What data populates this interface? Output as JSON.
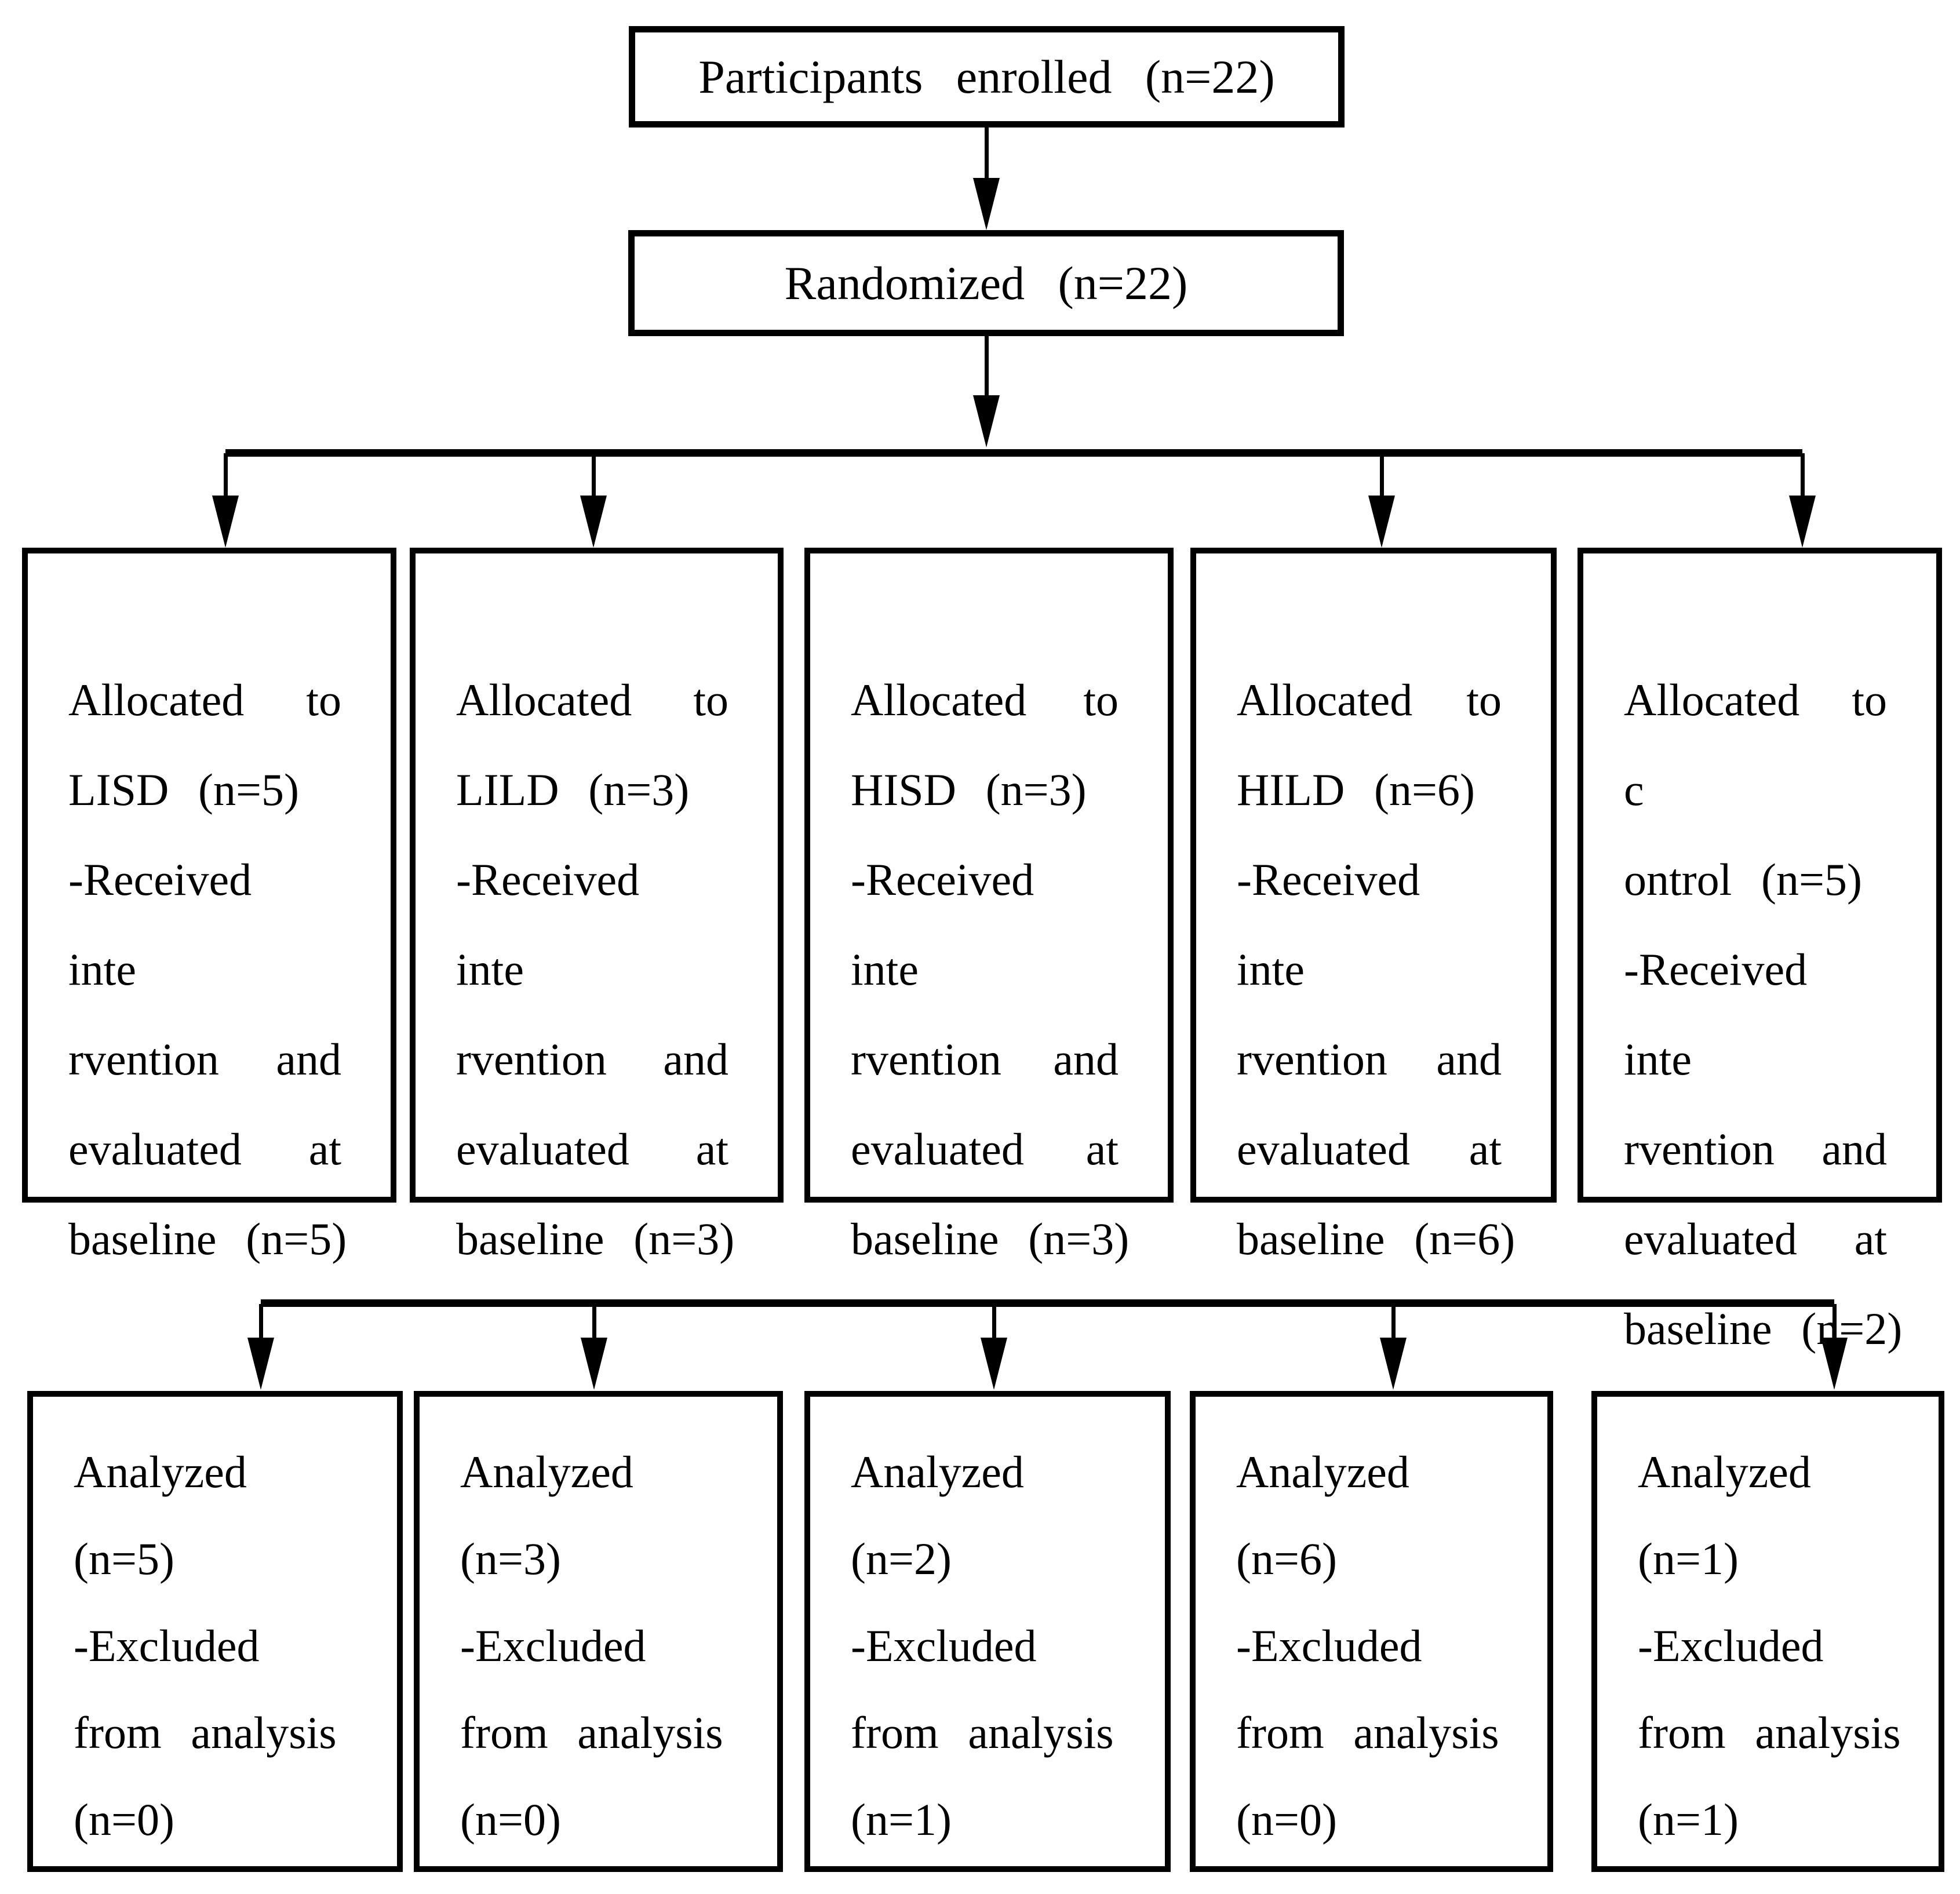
{
  "diagram": {
    "colors": {
      "ink": "#000000",
      "background": "#ffffff"
    },
    "top_boxes": {
      "enrolled": {
        "label": "Participants enrolled (n=22)"
      },
      "randomized": {
        "label": "Randomized (n=22)"
      }
    },
    "allocation_row": [
      {
        "id": "allocated-lisd-box",
        "paragraphs": [
          [
            "Allocated to",
            "LISD (n=5)"
          ],
          [
            "-Received inte",
            "rvention and",
            "evaluated at",
            "baseline (n=5)"
          ]
        ]
      },
      {
        "id": "allocated-lild-box",
        "paragraphs": [
          [
            "Allocated to",
            "LILD (n=3)"
          ],
          [
            "-Received inte",
            "rvention and",
            "evaluated at",
            "baseline (n=3)"
          ]
        ]
      },
      {
        "id": "allocated-hisd-box",
        "paragraphs": [
          [
            "Allocated to",
            "HISD (n=3)"
          ],
          [
            "-Received inte",
            "rvention and",
            "evaluated at",
            "baseline (n=3)"
          ]
        ]
      },
      {
        "id": "allocated-hild-box",
        "paragraphs": [
          [
            "Allocated to",
            "HILD (n=6)"
          ],
          [
            "-Received inte",
            "rvention and",
            "evaluated at",
            "baseline (n=6)"
          ]
        ]
      },
      {
        "id": "allocated-control-box",
        "paragraphs": [
          [
            "Allocated to c",
            "ontrol (n=5)"
          ],
          [
            "-Received inte",
            "rvention and",
            "evaluated at",
            "baseline (n=2)"
          ]
        ]
      }
    ],
    "analysis_row": [
      {
        "id": "analyzed-lisd-box",
        "paragraphs": [
          [
            "Analyzed"
          ],
          [
            "(n=5)"
          ],
          [
            "-Excluded"
          ],
          [
            "from analysis"
          ],
          [
            "(n=0)"
          ]
        ]
      },
      {
        "id": "analyzed-lild-box",
        "paragraphs": [
          [
            "Analyzed"
          ],
          [
            "(n=3)"
          ],
          [
            "-Excluded"
          ],
          [
            "from analysis"
          ],
          [
            "(n=0)"
          ]
        ]
      },
      {
        "id": "analyzed-hisd-box",
        "paragraphs": [
          [
            "Analyzed"
          ],
          [
            "(n=2)"
          ],
          [
            "-Excluded"
          ],
          [
            "from analysis"
          ],
          [
            "(n=1)"
          ]
        ]
      },
      {
        "id": "analyzed-hild-box",
        "paragraphs": [
          [
            "Analyzed"
          ],
          [
            "(n=6)"
          ],
          [
            "-Excluded"
          ],
          [
            "from analysis"
          ],
          [
            "(n=0)"
          ]
        ]
      },
      {
        "id": "analyzed-control-box",
        "paragraphs": [
          [
            "Analyzed"
          ],
          [
            "(n=1)"
          ],
          [
            "-Excluded"
          ],
          [
            "from analysis"
          ],
          [
            "(n=1)"
          ]
        ]
      }
    ]
  }
}
